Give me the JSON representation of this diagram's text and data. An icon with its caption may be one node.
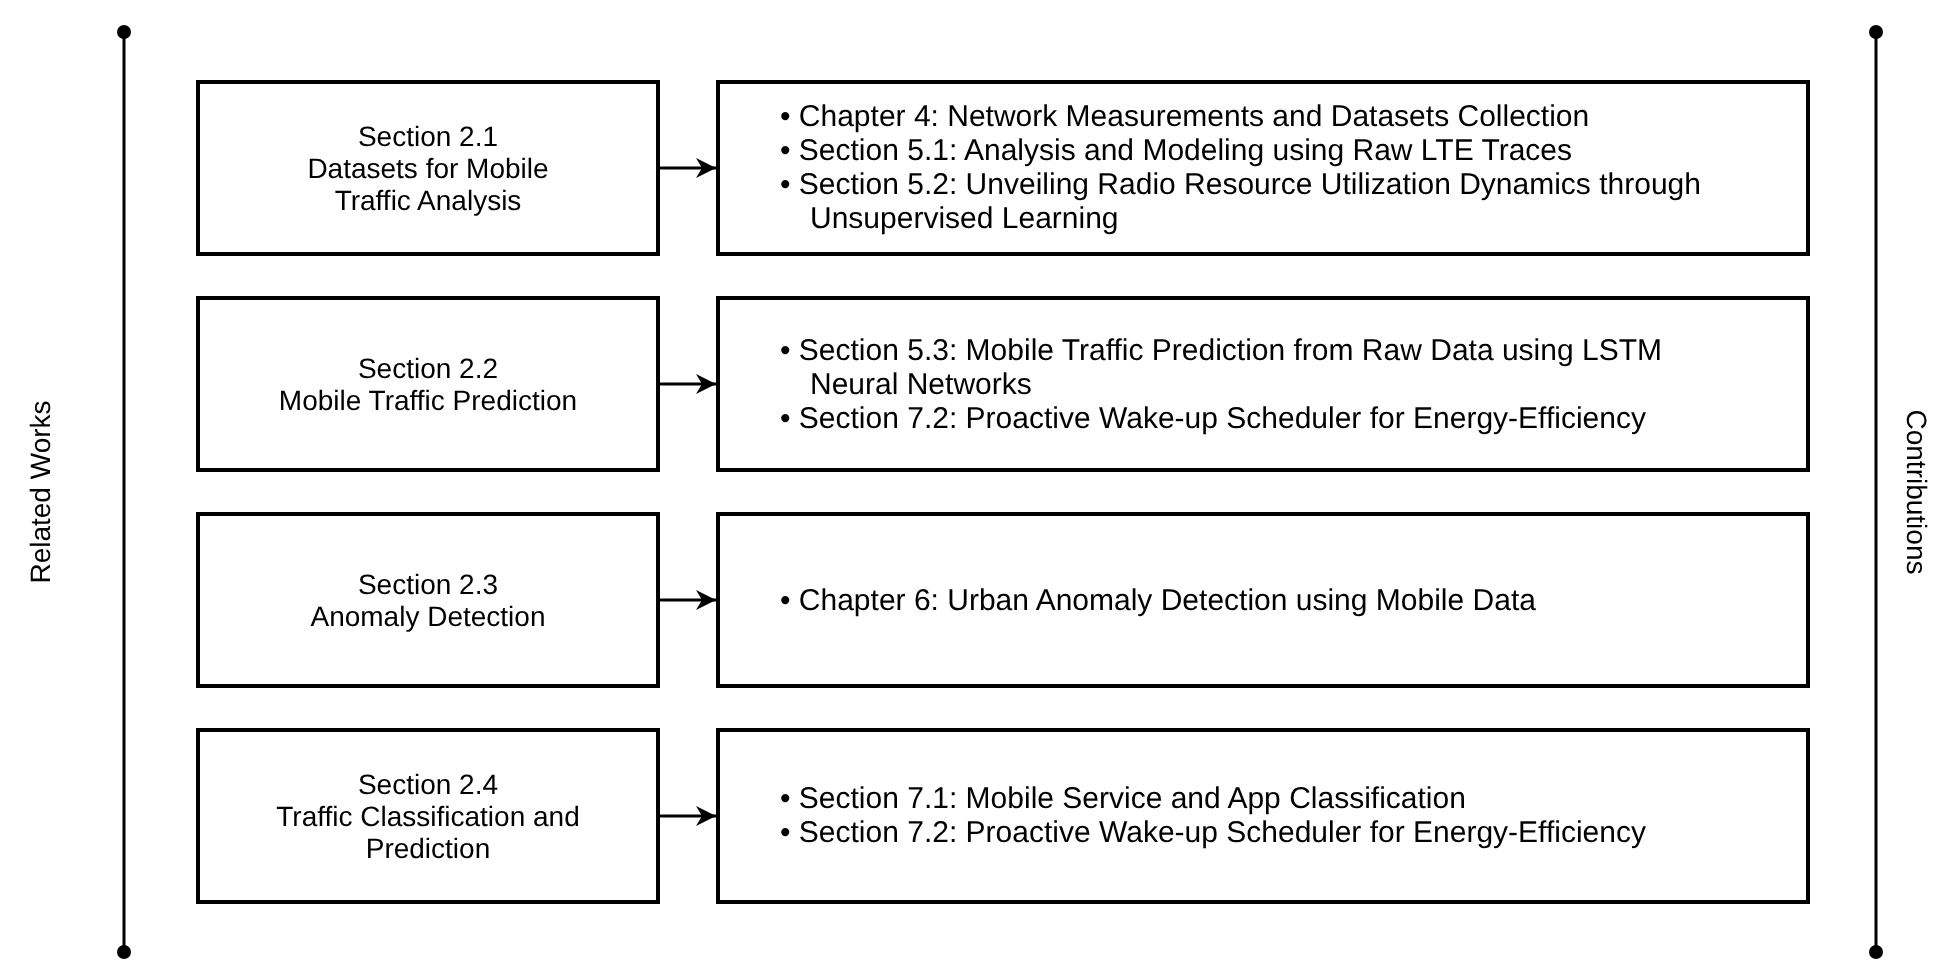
{
  "diagram": {
    "nodes": [
      {
        "text": [
          "Section 2.1",
          "Datasets for Mobile Traffic Analysis"
        ]
      },
      {
        "text": [
          "• Chapter 4: Network Measurements and Datasets Collection",
          "• Section 5.1: Analysis and Modeling using Raw LTE Traces",
          "• Section 5.2: Unveiling Radio Resource Utilization Dynamics through Unsupervised Learning"
        ]
      },
      {
        "text": [
          "Section 2.2",
          "Mobile Traffic Prediction"
        ]
      },
      {
        "text": [
          "• Section 5.3: Mobile Traffic Prediction from Raw Data using LSTM Neural Networks",
          "• Section 7.2: Proactive Wake-up Scheduler for Energy-Efficiency"
        ]
      },
      {
        "text": [
          "Section 2.3",
          "Anomaly Detection"
        ]
      },
      {
        "text": [
          "• Chapter 6: Urban Anomaly Detection using Mobile Data"
        ]
      },
      {
        "text": [
          "Section 2.4",
          "Traffic Classification and Prediction"
        ]
      },
      {
        "text": [
          "• Section 7.1: Mobile Service and App Classification",
          "• Section 7.2: Proactive Wake-up Scheduler for Energy-Efficiency"
        ]
      }
    ],
    "edges": [
      {
        "from": 0,
        "to": 1,
        "arrow": "to"
      },
      {
        "from": 2,
        "to": 3,
        "arrow": "to"
      },
      {
        "from": 4,
        "to": 5,
        "arrow": "to"
      },
      {
        "from": 6,
        "to": 7,
        "arrow": "to"
      }
    ],
    "labels": [
      "Related Works",
      "Contributions"
    ]
  }
}
